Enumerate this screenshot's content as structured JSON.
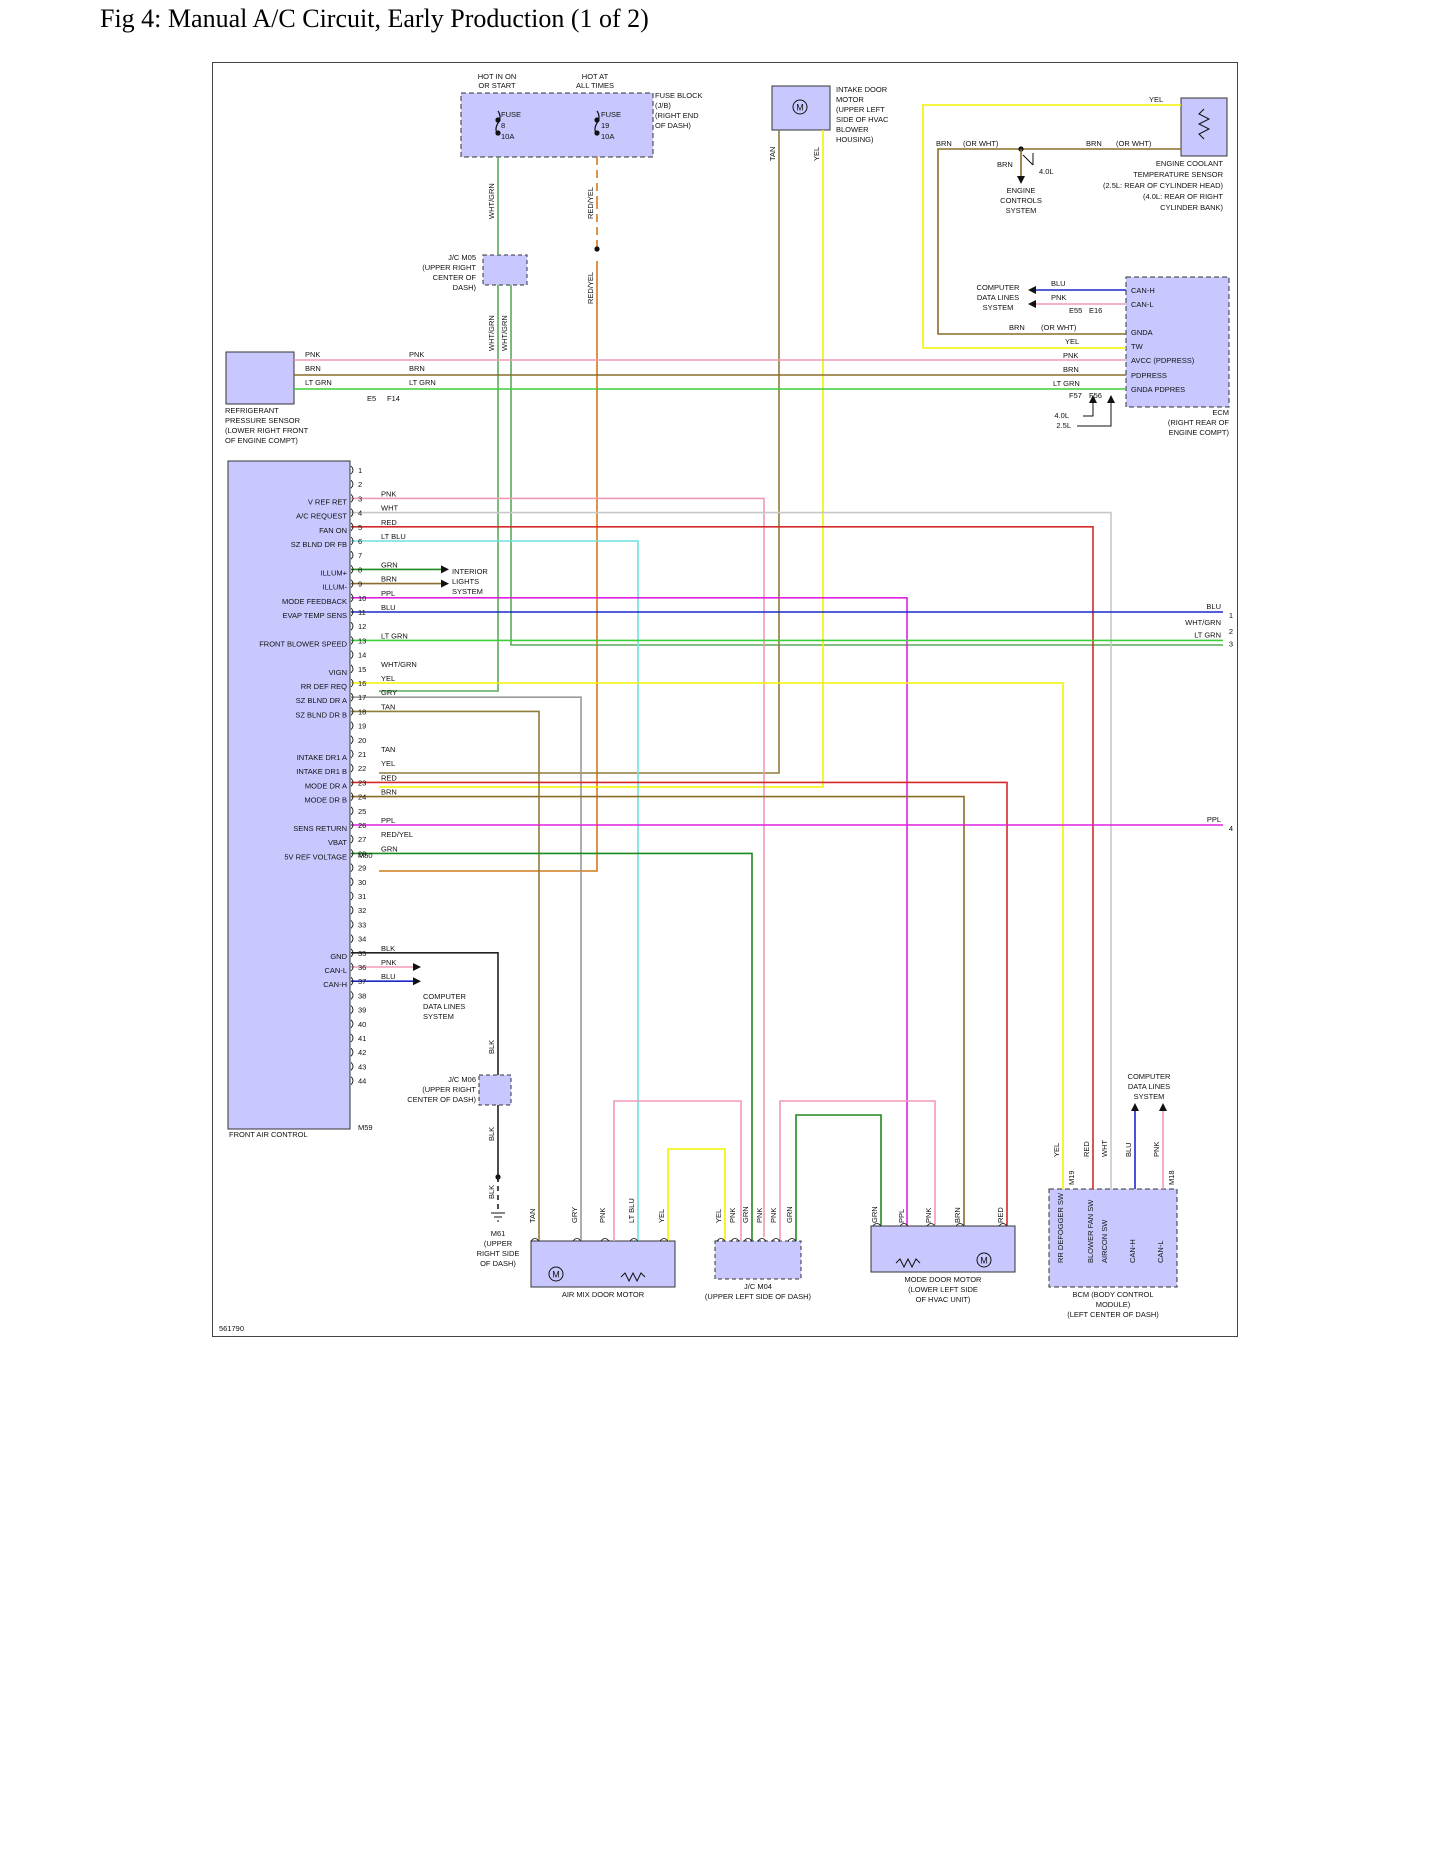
{
  "title": "Fig 4: Manual A/C Circuit, Early Production (1 of 2)",
  "figure_id": "561790",
  "colors": {
    "PNK": "#f19ab5",
    "BRN": "#8a6d2a",
    "LT GRN": "#3ccf3c",
    "GRN": "#1e8a1e",
    "WHT": "#c8c8c8",
    "RED": "#d42a2a",
    "LT BLU": "#6fe0e0",
    "PPL": "#e020e0",
    "BLU": "#1c28c8",
    "YEL": "#f4f200",
    "GRY": "#9a9a9a",
    "TAN": "#8e7d3a",
    "WHT/GRN": "#5aaa5a",
    "RED/YEL": "#d27a1a",
    "BLK": "#222222",
    "component_fill": "#c8c8ff"
  },
  "fuse_block": {
    "hot_left": [
      "HOT IN ON",
      "OR START"
    ],
    "hot_right": [
      "HOT AT",
      "ALL TIMES"
    ],
    "label": [
      "FUSE BLOCK",
      "(J/B)",
      "(RIGHT END",
      "OF DASH)"
    ],
    "fuse_a": [
      "FUSE",
      "8",
      "10A"
    ],
    "fuse_b": [
      "FUSE",
      "19",
      "10A"
    ]
  },
  "intake_motor": {
    "label": [
      "INTAKE DOOR",
      "MOTOR",
      "(UPPER LEFT",
      "SIDE OF HVAC",
      "BLOWER",
      "HOUSING)"
    ]
  },
  "jc_m05": {
    "label": [
      "J/C M05",
      "(UPPER RIGHT",
      "CENTER OF",
      "DASH)"
    ]
  },
  "jc_m06": {
    "label": [
      "J/C M06",
      "(UPPER RIGHT",
      "CENTER OF DASH)"
    ]
  },
  "jc_m04": {
    "label": [
      "J/C M04",
      "(UPPER LEFT SIDE OF DASH)"
    ]
  },
  "m61": {
    "label": [
      "M61",
      "(UPPER",
      "RIGHT SIDE",
      "OF DASH)"
    ]
  },
  "ect_sensor": {
    "label": [
      "ENGINE COOLANT",
      "TEMPERATURE SENSOR",
      "(2.5L: REAR OF CYLINDER HEAD)",
      "(4.0L: REAR OF RIGHT",
      "CYLINDER BANK)"
    ]
  },
  "engine_controls": [
    "ENGINE",
    "CONTROLS",
    "SYSTEM"
  ],
  "computer_data_lines": [
    "COMPUTER",
    "DATA LINES",
    "SYSTEM"
  ],
  "interior_lights": [
    "INTERIOR",
    "LIGHTS",
    "SYSTEM"
  ],
  "ecm": {
    "label": [
      "ECM",
      "(RIGHT REAR OF",
      "ENGINE COMPT)"
    ],
    "pins": [
      "CAN-H",
      "CAN-L",
      "GNDA",
      "TW",
      "AVCC (PDPRESS)",
      "PDPRESS",
      "GNDA PDPRES"
    ],
    "connectors": [
      "E55",
      "E16",
      "F57",
      "F56"
    ]
  },
  "refrigerant_sensor": {
    "label": [
      "REFRIGERANT",
      "PRESSURE SENSOR",
      "(LOWER RIGHT FRONT",
      "OF ENGINE COMPT)"
    ],
    "connectors": [
      "E5",
      "F14"
    ]
  },
  "fac": {
    "label": "FRONT AIR CONTROL",
    "connectors": [
      "M50",
      "M59"
    ],
    "pins": [
      {
        "n": "1",
        "label": "",
        "wire": ""
      },
      {
        "n": "2",
        "label": "",
        "wire": ""
      },
      {
        "n": "3",
        "label": "V REF RET",
        "wire": "PNK"
      },
      {
        "n": "4",
        "label": "A/C REQUEST",
        "wire": "WHT"
      },
      {
        "n": "5",
        "label": "FAN ON",
        "wire": "RED"
      },
      {
        "n": "6",
        "label": "SZ BLND DR FB",
        "wire": "LT BLU"
      },
      {
        "n": "7",
        "label": "",
        "wire": ""
      },
      {
        "n": "8",
        "label": "ILLUM+",
        "wire": "GRN"
      },
      {
        "n": "9",
        "label": "ILLUM-",
        "wire": "BRN"
      },
      {
        "n": "10",
        "label": "MODE FEEDBACK",
        "wire": "PPL"
      },
      {
        "n": "11",
        "label": "EVAP TEMP SENS",
        "wire": "BLU"
      },
      {
        "n": "12",
        "label": "",
        "wire": ""
      },
      {
        "n": "13",
        "label": "FRONT BLOWER SPEED",
        "wire": "LT GRN"
      },
      {
        "n": "14",
        "label": "",
        "wire": ""
      },
      {
        "n": "15",
        "label": "VIGN",
        "wire": "WHT/GRN"
      },
      {
        "n": "16",
        "label": "RR DEF REQ",
        "wire": "YEL"
      },
      {
        "n": "17",
        "label": "SZ BLND DR A",
        "wire": "GRY"
      },
      {
        "n": "18",
        "label": "SZ BLND DR B",
        "wire": "TAN"
      },
      {
        "n": "19",
        "label": "",
        "wire": ""
      },
      {
        "n": "20",
        "label": "",
        "wire": ""
      },
      {
        "n": "21",
        "label": "INTAKE DR1 A",
        "wire": "TAN"
      },
      {
        "n": "22",
        "label": "INTAKE DR1 B",
        "wire": "YEL"
      },
      {
        "n": "23",
        "label": "MODE DR A",
        "wire": "RED"
      },
      {
        "n": "24",
        "label": "MODE DR B",
        "wire": "BRN"
      },
      {
        "n": "25",
        "label": "",
        "wire": ""
      },
      {
        "n": "26",
        "label": "SENS RETURN",
        "wire": "PPL"
      },
      {
        "n": "27",
        "label": "VBAT",
        "wire": "RED/YEL"
      },
      {
        "n": "28",
        "label": "5V REF VOLTAGE",
        "wire": "GRN"
      },
      {
        "n": "29",
        "label": "",
        "wire": ""
      },
      {
        "n": "30",
        "label": "",
        "wire": ""
      },
      {
        "n": "31",
        "label": "",
        "wire": ""
      },
      {
        "n": "32",
        "label": "",
        "wire": ""
      },
      {
        "n": "33",
        "label": "",
        "wire": ""
      },
      {
        "n": "34",
        "label": "",
        "wire": ""
      },
      {
        "n": "35",
        "label": "GND",
        "wire": "BLK"
      },
      {
        "n": "36",
        "label": "CAN-L",
        "wire": "PNK"
      },
      {
        "n": "37",
        "label": "CAN-H",
        "wire": "BLU"
      },
      {
        "n": "38",
        "label": "",
        "wire": ""
      },
      {
        "n": "39",
        "label": "",
        "wire": ""
      },
      {
        "n": "40",
        "label": "",
        "wire": ""
      },
      {
        "n": "41",
        "label": "",
        "wire": ""
      },
      {
        "n": "42",
        "label": "",
        "wire": ""
      },
      {
        "n": "43",
        "label": "",
        "wire": ""
      },
      {
        "n": "44",
        "label": "",
        "wire": ""
      }
    ]
  },
  "right_refs": [
    {
      "wire": "BLU",
      "n": "1"
    },
    {
      "wire": "WHT/GRN",
      "n": "2"
    },
    {
      "wire": "LT GRN",
      "n": "3"
    },
    {
      "wire": "PPL",
      "n": "4"
    }
  ],
  "air_mix_motor": {
    "label": "AIR MIX DOOR MOTOR"
  },
  "mode_motor": {
    "label": [
      "MODE DOOR MOTOR",
      "(LOWER LEFT SIDE",
      "OF HVAC UNIT)"
    ]
  },
  "bcm": {
    "label": [
      "BCM (BODY CONTROL",
      "MODULE)",
      "(LEFT CENTER OF DASH)"
    ],
    "pins": [
      "RR DEFOGGER SW",
      "BLOWER FAN SW",
      "AIRCON SW",
      "CAN-H",
      "CAN-L"
    ],
    "connectors": [
      "M19",
      "M18"
    ]
  },
  "misc_text": {
    "or_wht": "(OR WHT)",
    "l40": "4.0L",
    "l25": "2.5L",
    "brn": "BRN",
    "yel": "YEL",
    "pnk": "PNK",
    "blu": "BLU",
    "red": "RED",
    "wht": "WHT",
    "grn": "GRN",
    "gry": "GRY",
    "tan": "TAN",
    "ppl": "PPL",
    "ltblu": "LT BLU",
    "ltgrn": "LT GRN",
    "whtgrn": "WHT/GRN",
    "redyel": "RED/YEL",
    "blk": "BLK",
    "m": "M"
  }
}
